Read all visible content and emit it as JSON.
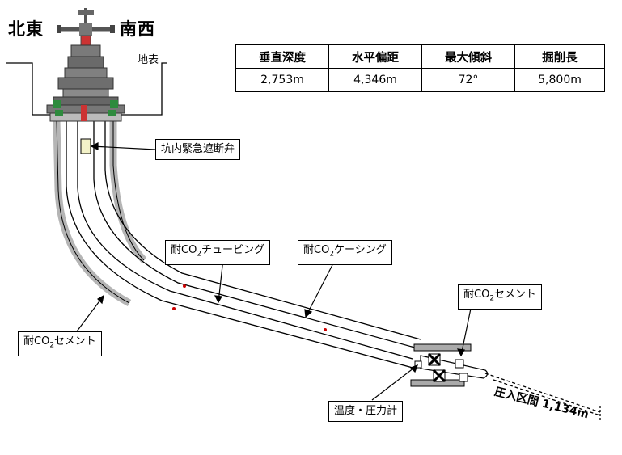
{
  "compass": {
    "north_east": "北東",
    "south_west": "南西"
  },
  "ground_label": "地表",
  "spec_table": {
    "headers": [
      "垂直深度",
      "水平偏距",
      "最大傾斜",
      "掘削長"
    ],
    "values": [
      "2,753m",
      "4,346m",
      "72°",
      "5,800m"
    ]
  },
  "labels": {
    "safety_valve": "坑内緊急遮断弁",
    "tubing_pre": "耐CO",
    "tubing_sub": "2",
    "tubing_post": "チュービング",
    "casing_pre": "耐CO",
    "casing_sub": "2",
    "casing_post": "ケーシング",
    "cement_right_pre": "耐CO",
    "cement_right_sub": "2",
    "cement_right_post": "セメント",
    "cement_left_pre": "耐CO",
    "cement_left_sub": "2",
    "cement_left_post": "セメント",
    "gauge": "温度・圧力計",
    "injection": "圧入区間 1,134m"
  },
  "colors": {
    "line": "#000000",
    "steel": "#9a9a9a",
    "wellhead": "#6e6e6e",
    "flange": "#2e8b3e"
  }
}
